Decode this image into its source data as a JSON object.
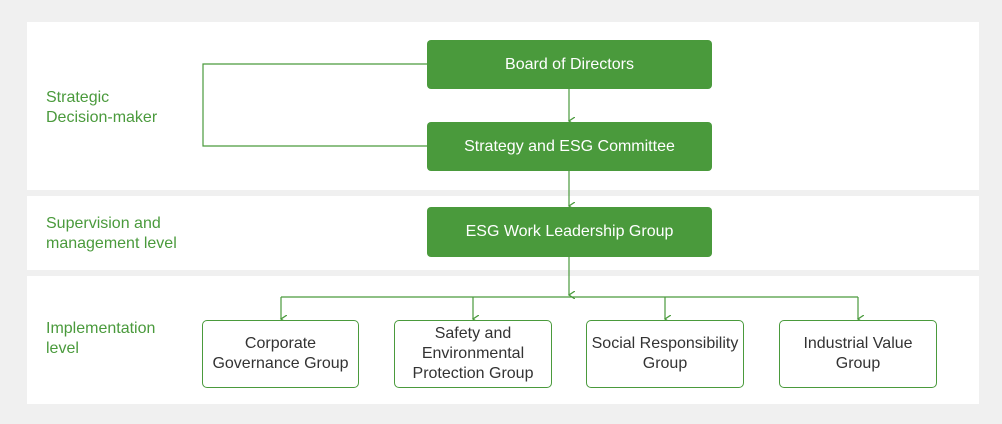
{
  "levels": {
    "strategic": "Strategic\nDecision-maker",
    "supervision": "Supervision and\nmanagement level",
    "implementation": "Implementation\nlevel"
  },
  "nodes": {
    "board": "Board of Directors",
    "committee": "Strategy and ESG Committee",
    "leadership": "ESG Work Leadership Group",
    "groups": [
      "Corporate\nGovernance Group",
      "Safety and\nEnvironmental\nProtection Group",
      "Social Responsibility\nGroup",
      "Industrial Value\nGroup"
    ]
  },
  "colors": {
    "accent": "#4a9a3c",
    "background": "#f0f0f0"
  }
}
